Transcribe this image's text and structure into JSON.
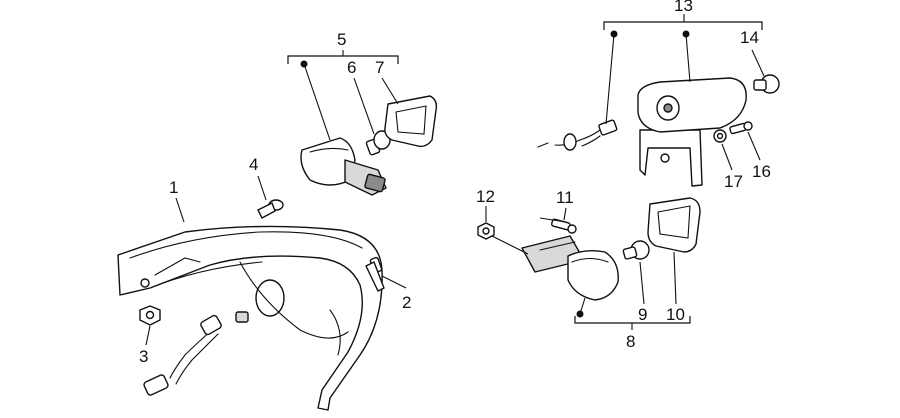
{
  "callouts": {
    "c1": "1",
    "c2": "2",
    "c3": "3",
    "c4": "4",
    "c5": "5",
    "c6": "6",
    "c7": "7",
    "c8": "8",
    "c9": "9",
    "c10": "10",
    "c11": "11",
    "c12": "12",
    "c13": "13",
    "c14": "14",
    "c16": "16",
    "c17": "17"
  },
  "colors": {
    "line": "#111111",
    "background": "#ffffff",
    "shade": "#d9d9d9"
  }
}
